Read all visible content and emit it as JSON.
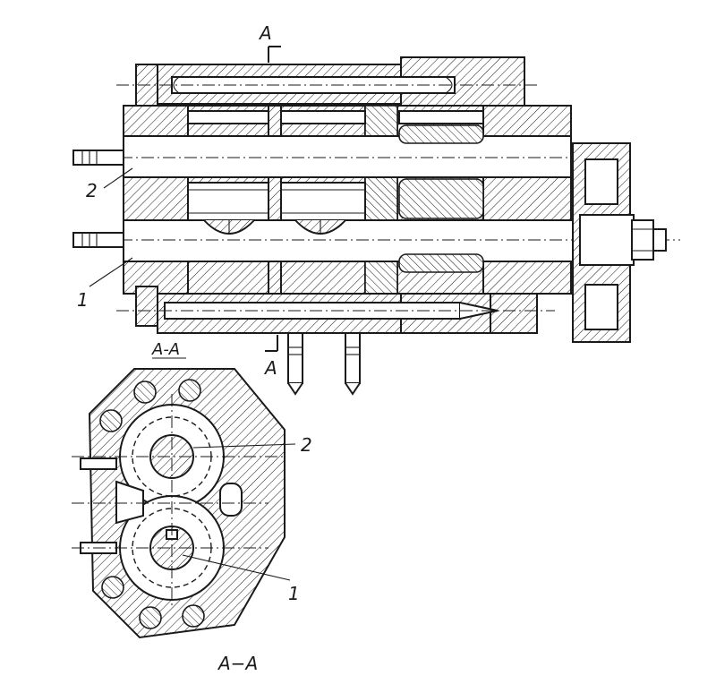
{
  "section_marker_top": "A",
  "section_marker_bottom": "A",
  "section_title_upper": "A-A",
  "section_title_lower": "A−A",
  "callouts": {
    "side_view_1": "1",
    "side_view_2": "2",
    "section_1": "1",
    "section_2": "2"
  },
  "colors": {
    "ink": "#1a1a1a",
    "paper": "#ffffff"
  }
}
